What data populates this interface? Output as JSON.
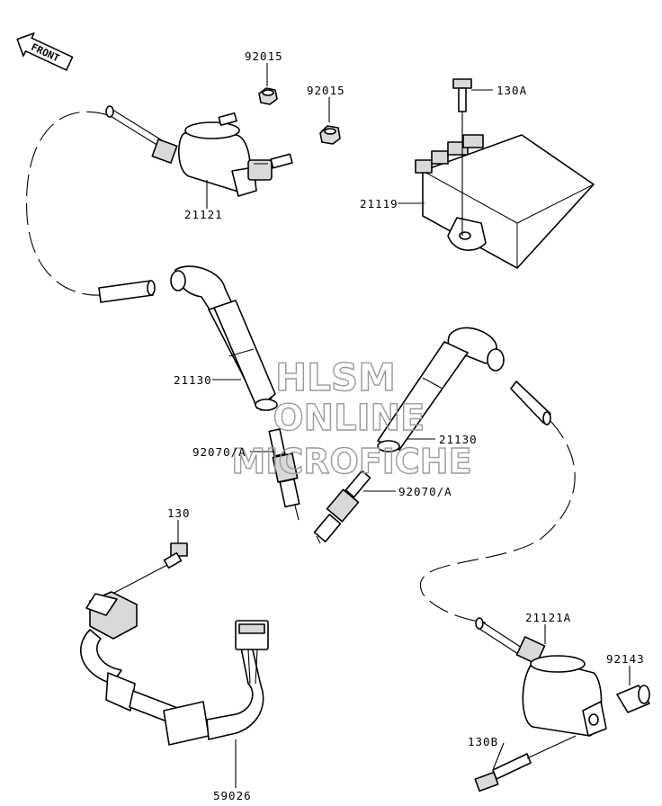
{
  "orientation": {
    "label": "FRONT",
    "icon": "front-arrow-icon"
  },
  "watermark": {
    "line1": "HLSM",
    "line2": "ONLINE",
    "line3": "MICROFICHE"
  },
  "callouts": {
    "nut_top_left": "92015",
    "nut_top_right": "92015",
    "coil_upper": "21121",
    "bolt_ecu": "130A",
    "ecu_unit": "21119",
    "cap_left": "21130",
    "cap_right": "21130",
    "plug_left": "92070/A",
    "plug_right": "92070/A",
    "bolt_harness": "130",
    "harness": "59026",
    "coil_lower": "21121A",
    "collar": "92143",
    "bolt_coil_lower": "130B"
  }
}
